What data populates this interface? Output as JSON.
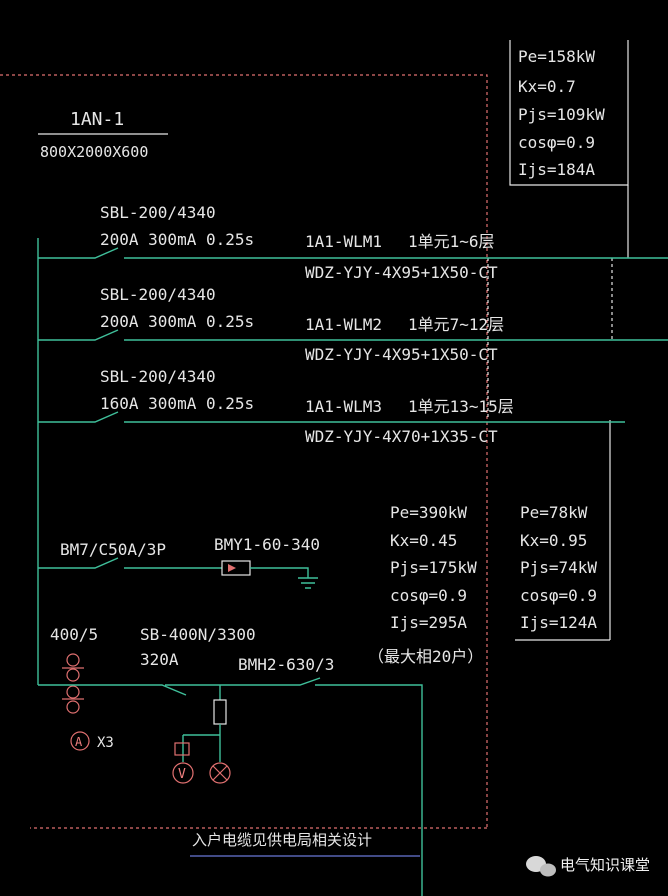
{
  "panel": {
    "name": "1AN-1",
    "size": "800X2000X600"
  },
  "feeders": [
    {
      "breaker": "SBL-200/4340",
      "rating": "200A 300mA 0.25s",
      "circuit": "1A1-WLM1",
      "desc": "1单元1~6层",
      "cable": "WDZ-YJY-4X95+1X50-CT"
    },
    {
      "breaker": "SBL-200/4340",
      "rating": "200A 300mA 0.25s",
      "circuit": "1A1-WLM2",
      "desc": "1单元7~12层",
      "cable": "WDZ-YJY-4X95+1X50-CT"
    },
    {
      "breaker": "SBL-200/4340",
      "rating": "160A 300mA 0.25s",
      "circuit": "1A1-WLM3",
      "desc": "1单元13~15层",
      "cable": "WDZ-YJY-4X70+1X35-CT"
    }
  ],
  "load_top": [
    "Pe=158kW",
    "Kx=0.7",
    "Pjs=109kW",
    "cosφ=0.9",
    "Ijs=184A"
  ],
  "load_mid": [
    "Pe=390kW",
    "Kx=0.45",
    "Pjs=175kW",
    "cosφ=0.9",
    "Ijs=295A"
  ],
  "load_mid_note": "（最大相20户）",
  "load_right": [
    "Pe=78kW",
    "Kx=0.95",
    "Pjs=74kW",
    "cosφ=0.9",
    "Ijs=124A"
  ],
  "spd": {
    "breaker": "BM7/C50A/3P",
    "device": "BMY1-60-340"
  },
  "incoming": {
    "ct": "400/5",
    "breaker": "SB-400N/3300",
    "breaker_rating": "320A",
    "switch": "BMH2-630/3",
    "ammeter_symbol": "A",
    "ammeter_count": "X3",
    "voltmeter_symbol": "V"
  },
  "footer_note": "入户电缆见供电局相关设计",
  "watermark": "电气知识课堂"
}
